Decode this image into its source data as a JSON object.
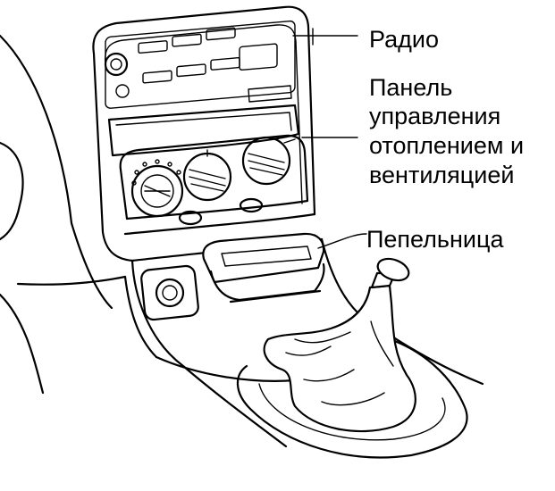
{
  "labels": {
    "radio": "Радио",
    "climate_line1": "Панель",
    "climate_line2": "управления",
    "climate_line3": "отоплением и",
    "climate_line4": "вентиляцией",
    "ashtray": "Пепельница"
  }
}
